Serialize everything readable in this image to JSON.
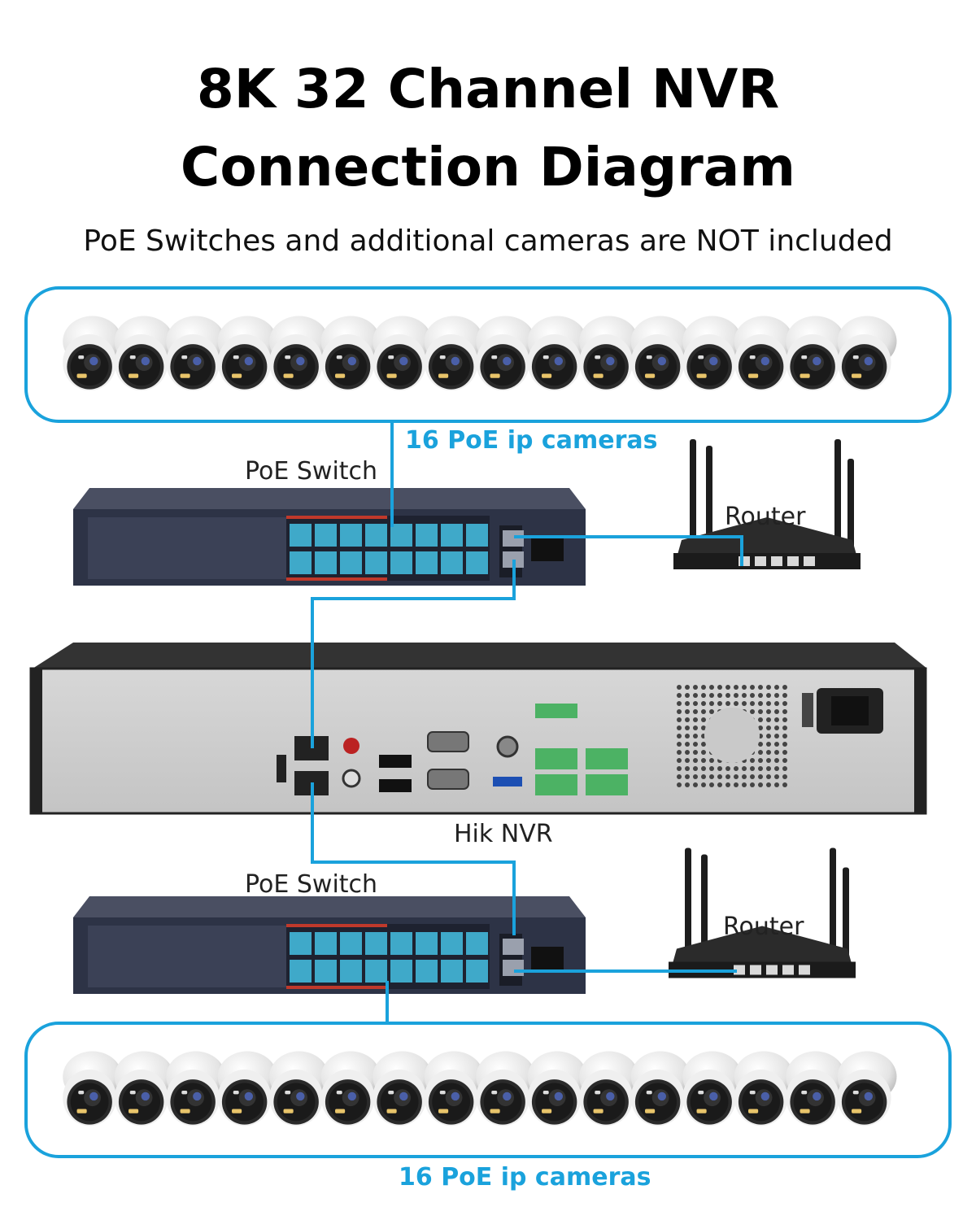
{
  "title_line1": "8K 32 Channel NVR",
  "title_line2": "Connection Diagram",
  "subtitle": "PoE Switches and additional cameras are NOT included",
  "top_group": {
    "label": "16 PoE ip cameras",
    "camera_count": 16
  },
  "bottom_group": {
    "label": "16 PoE ip cameras",
    "camera_count": 16
  },
  "switch_top_label": "PoE Switch",
  "switch_bottom_label": "PoE Switch",
  "router_top_label": "Router",
  "router_bottom_label": "Router",
  "nvr_label": "Hik NVR",
  "colors": {
    "accent": "#1aa2dc",
    "port": "#3fa9c9",
    "device_dark": "#2d3346"
  }
}
